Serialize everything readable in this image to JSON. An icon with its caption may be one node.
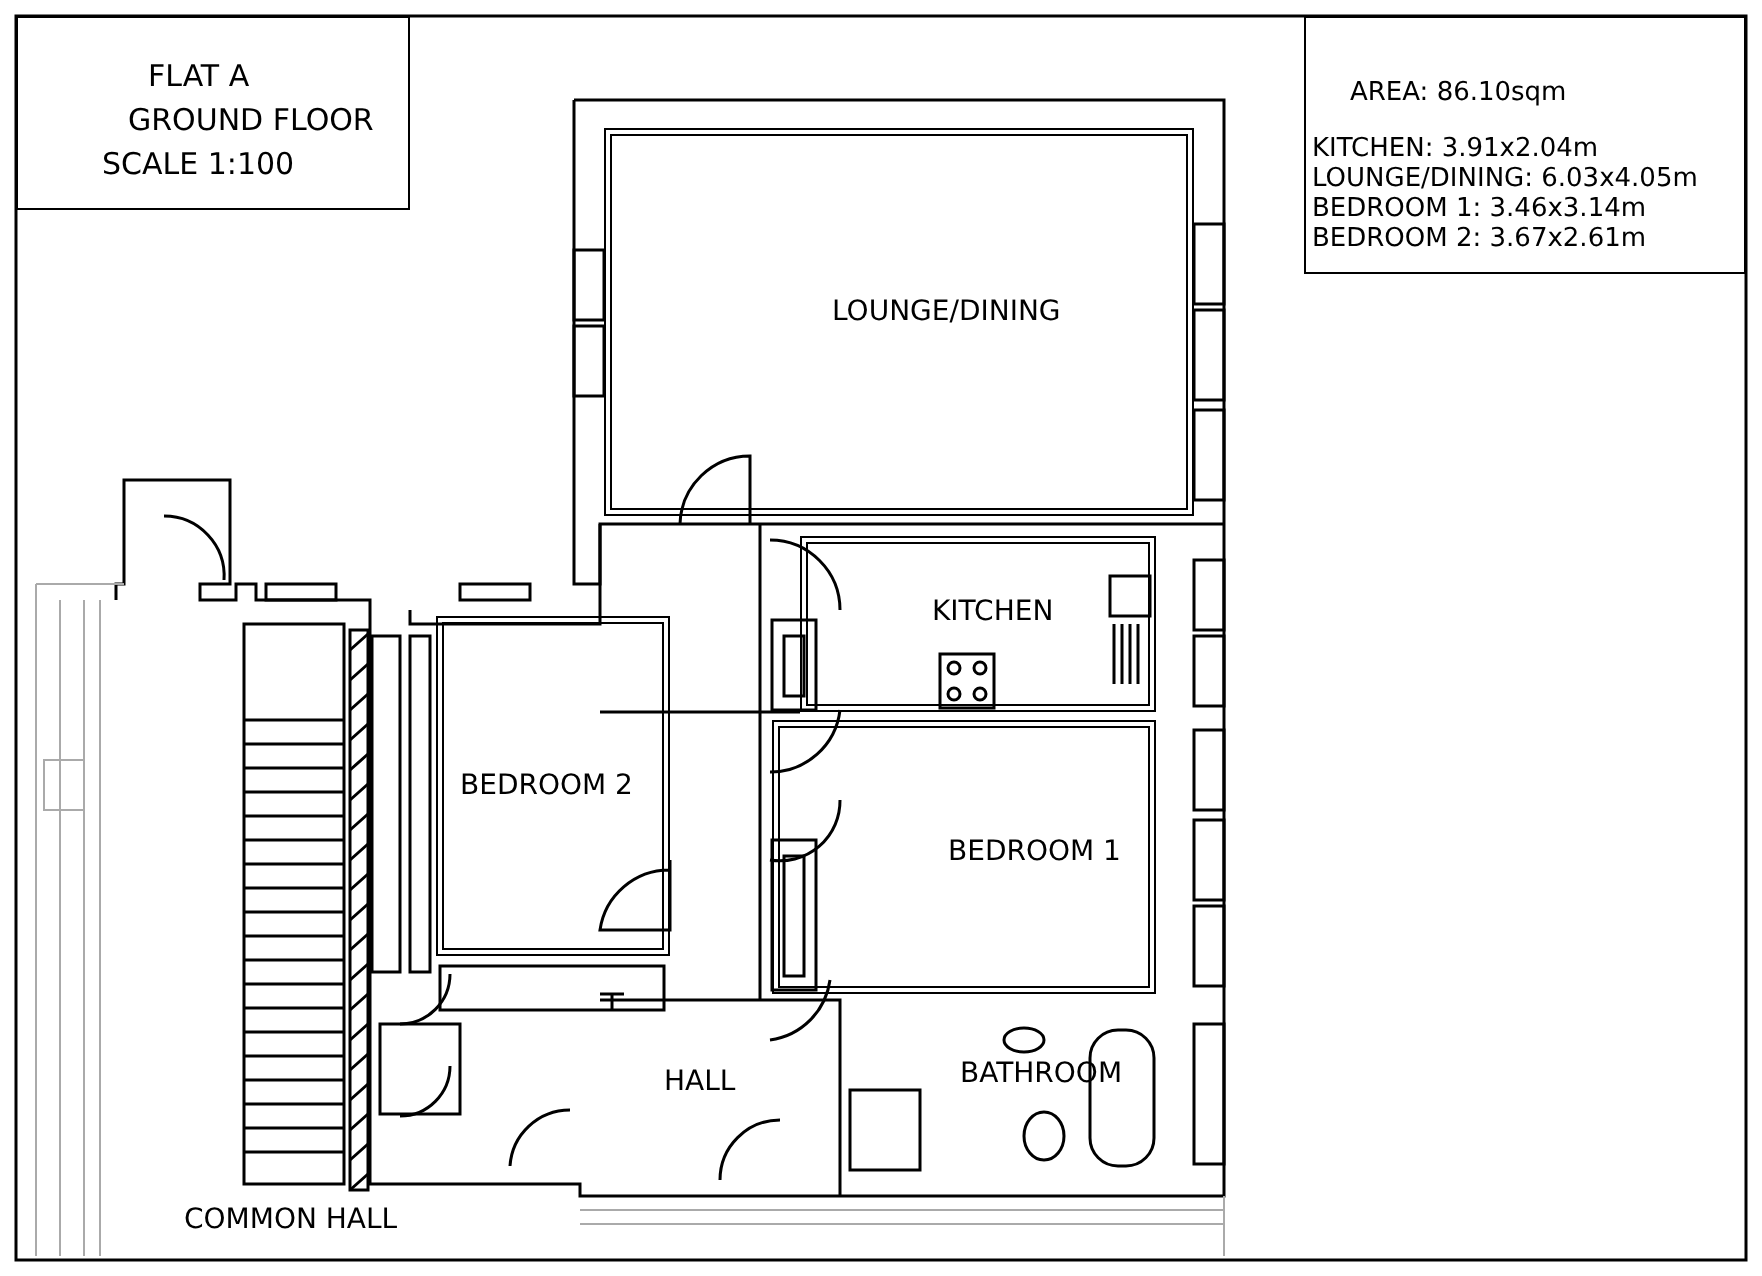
{
  "diagram": {
    "nodes": [
      {
        "text": [
          "FLAT A",
          "GROUND FLOOR",
          "SCALE 1:100"
        ]
      },
      {
        "text": [
          "AREA: 86.10sqm",
          "KITCHEN: 3.91x2.04m",
          "LOUNGE/DINING: 6.03x4.05m",
          "BEDROOM 1: 3.46x3.14m",
          "BEDROOM 2: 3.67x2.61m"
        ]
      },
      {
        "text": [
          "LOUNGE/DINING"
        ]
      },
      {
        "text": [
          "KITCHEN"
        ]
      },
      {
        "text": [
          "BEDROOM 2"
        ]
      },
      {
        "text": [
          "BEDROOM 1"
        ]
      },
      {
        "text": [
          "HALL"
        ]
      },
      {
        "text": [
          "BATHROOM"
        ]
      }
    ],
    "labels": [
      "COMMON HALL"
    ]
  }
}
